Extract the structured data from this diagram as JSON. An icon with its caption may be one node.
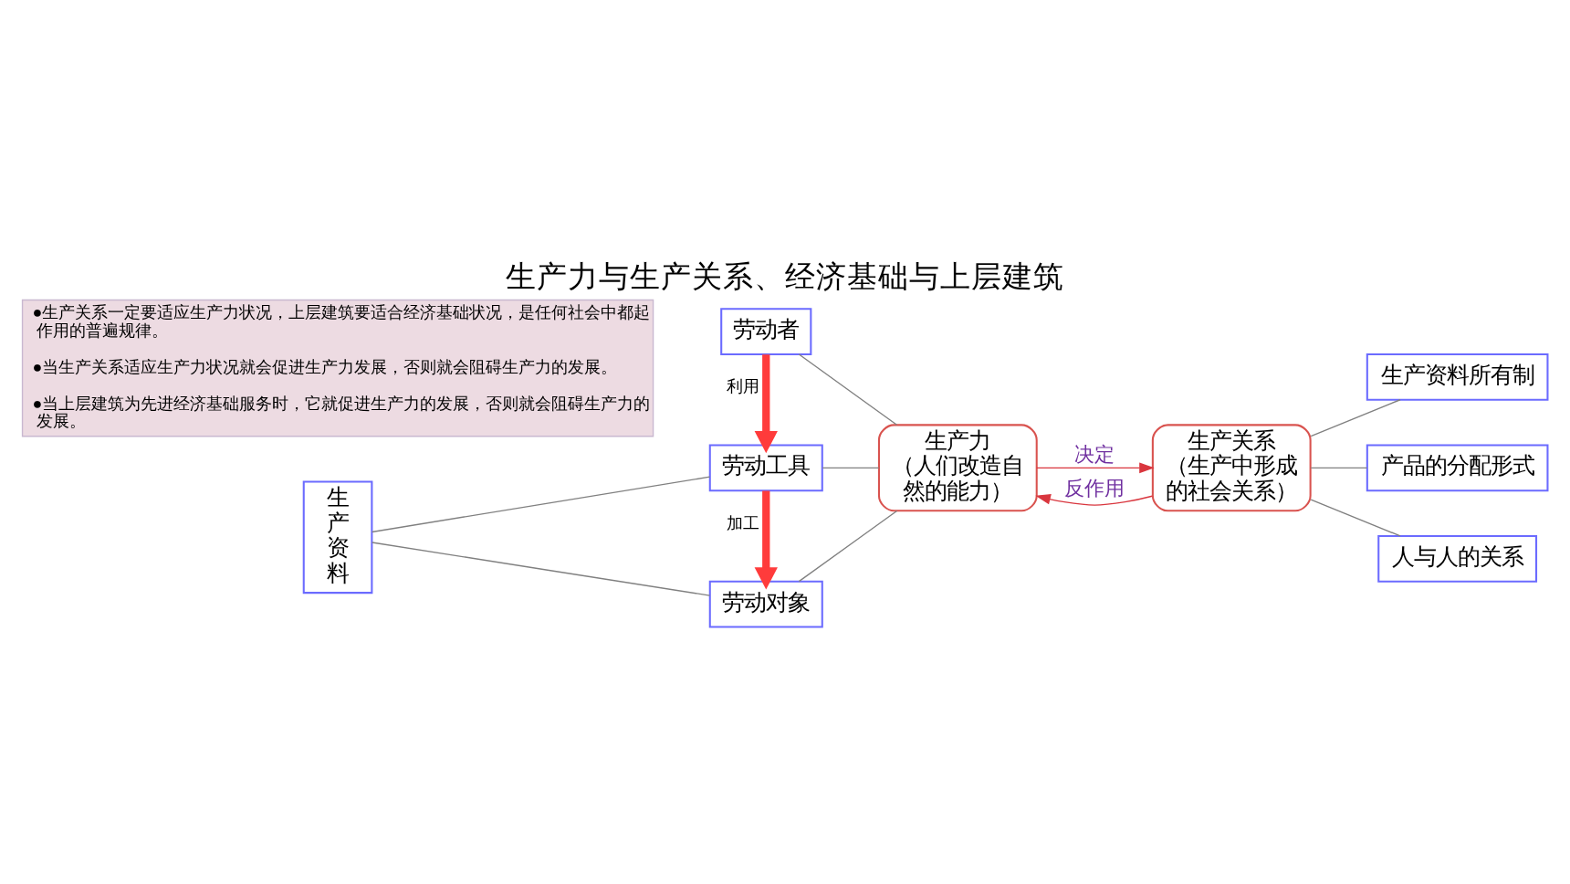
{
  "diagram": {
    "title": "生产力与生产关系、经济基础与上层建筑",
    "nodes": [
      {
        "text": [
          "劳动者"
        ]
      },
      {
        "text": [
          "劳动工具"
        ]
      },
      {
        "text": [
          "劳动对象"
        ]
      },
      {
        "text": [
          "生产资料"
        ]
      },
      {
        "text": [
          "生产力",
          "（人们改造自然的能力）"
        ]
      },
      {
        "text": [
          "生产关系",
          "（生产中形成的社会关系）"
        ]
      },
      {
        "text": [
          "生产资料所有制"
        ]
      },
      {
        "text": [
          "产品的分配形式"
        ]
      },
      {
        "text": [
          "人与人的关系"
        ]
      },
      {
        "text": [
          "●生产关系一定要适应生产力状况，上层建筑要适合经济基础状况，是任何社会中都起作用的普遍规律。",
          "●当生产关系适应生产力状况就会促进生产力发展，否则就会阻碍生产力的发展。",
          "●当上层建筑为先进经济基础服务时，它就促进生产力的发展，否则就会阻碍生产力的发展。"
        ]
      }
    ],
    "edges": [
      {
        "from": 0,
        "to": 1,
        "arrow": "to",
        "label": "利用",
        "style": "thick",
        "color": "#ff3b3b"
      },
      {
        "from": 1,
        "to": 2,
        "arrow": "to",
        "label": "加工",
        "style": "thick",
        "color": "#ff3b3b"
      },
      {
        "from": 3,
        "to": 1,
        "arrow": "none"
      },
      {
        "from": 3,
        "to": 2,
        "arrow": "none"
      },
      {
        "from": 0,
        "to": 4,
        "arrow": "none"
      },
      {
        "from": 1,
        "to": 4,
        "arrow": "none"
      },
      {
        "from": 2,
        "to": 4,
        "arrow": "none"
      },
      {
        "from": 4,
        "to": 5,
        "arrow": "to",
        "label": "决定",
        "color": "#d9363e"
      },
      {
        "from": 5,
        "to": 4,
        "arrow": "to",
        "label": "反作用",
        "color": "#d9363e"
      },
      {
        "from": 5,
        "to": 6,
        "arrow": "none"
      },
      {
        "from": 5,
        "to": 7,
        "arrow": "none"
      },
      {
        "from": 5,
        "to": 8,
        "arrow": "none"
      }
    ]
  }
}
